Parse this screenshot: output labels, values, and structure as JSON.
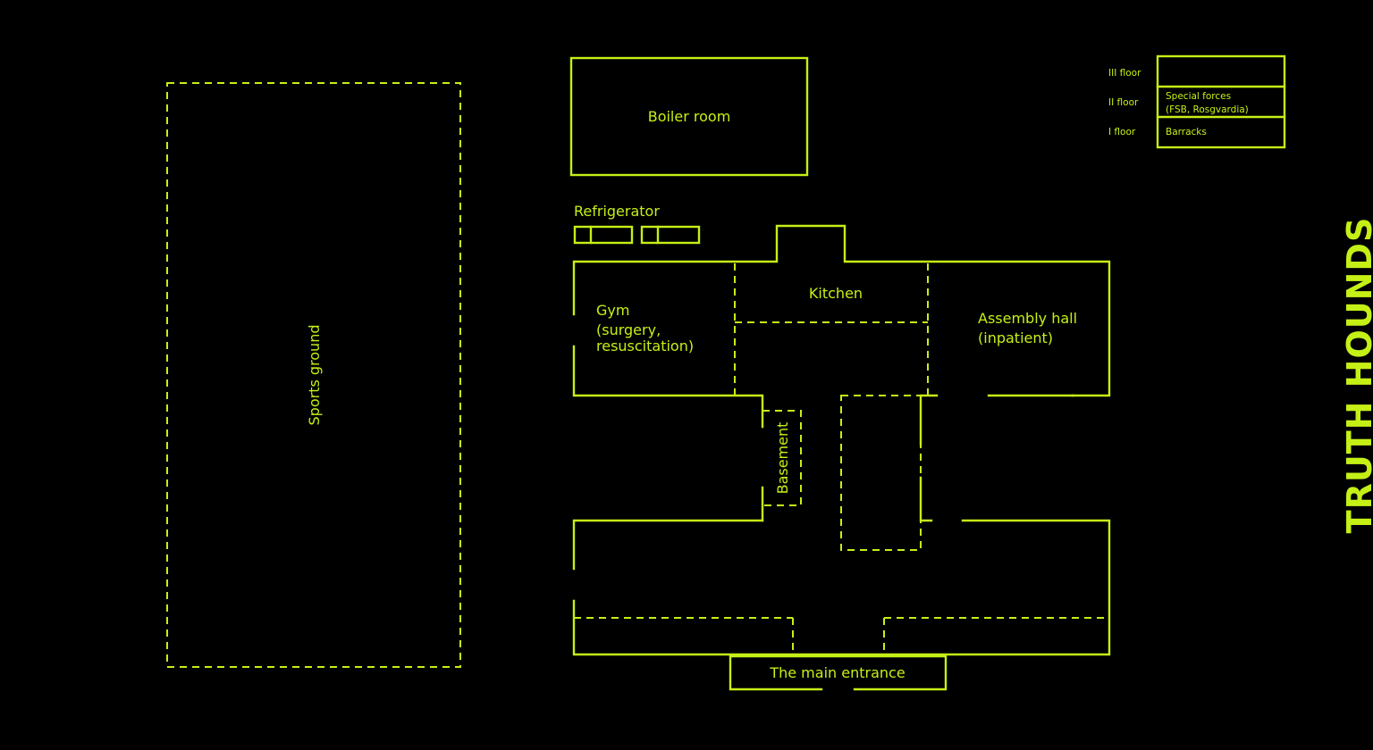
{
  "theme": {
    "accent": "#C5F016",
    "background": "#000000"
  },
  "brand": {
    "name": "TRUTH HOUNDS"
  },
  "legend": {
    "floors": [
      {
        "floor": "III floor",
        "description": ""
      },
      {
        "floor": "II floor",
        "description_line1": "Special forces",
        "description_line2": "(FSB, Rosgvardia)"
      },
      {
        "floor": "I floor",
        "description": "Barracks"
      }
    ]
  },
  "rooms": {
    "sports_ground": "Sports ground",
    "boiler_room": "Boiler room",
    "refrigerator": "Refrigerator",
    "kitchen": "Kitchen",
    "gym_line1": "Gym",
    "gym_line2": "(surgery,",
    "gym_line3": "resuscitation)",
    "assembly_line1": "Assembly hall",
    "assembly_line2": "(inpatient)",
    "basement": "Basement",
    "main_entrance": "The main entrance"
  }
}
